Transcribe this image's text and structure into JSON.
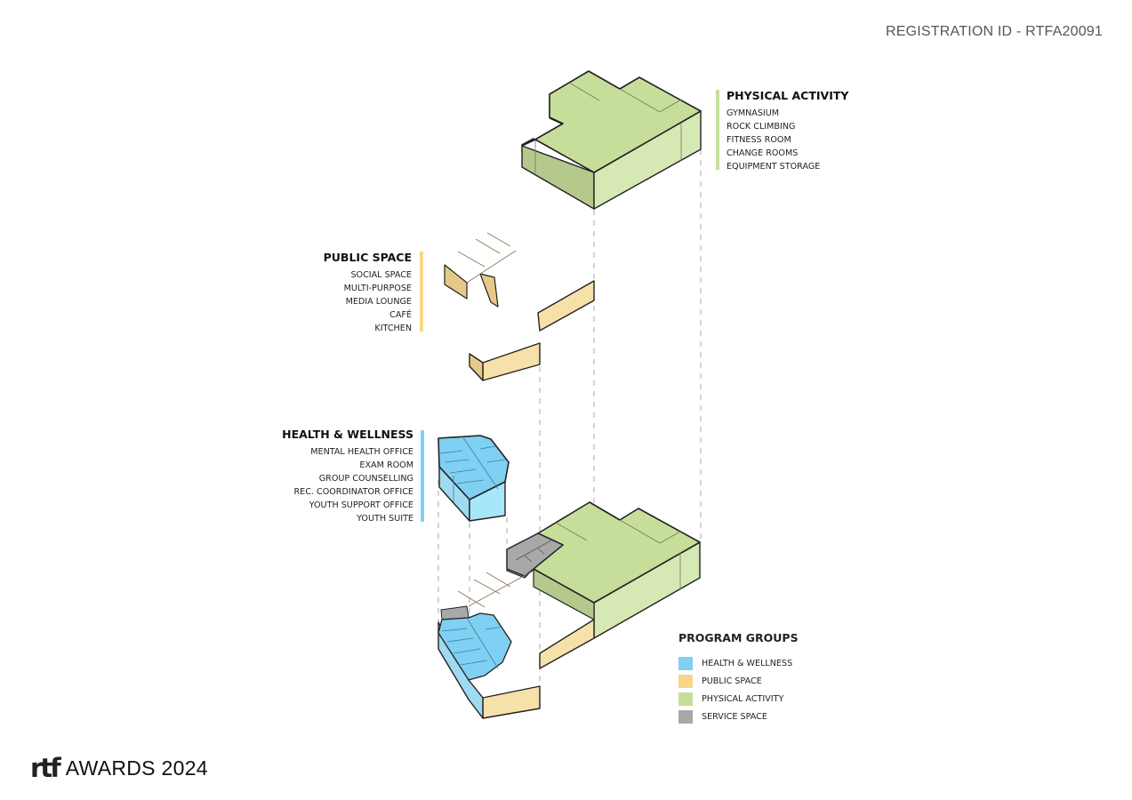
{
  "registration": "REGISTRATION ID - RTFA20091",
  "groups": {
    "physical_activity": {
      "title": "PHYSICAL ACTIVITY",
      "items": [
        "GYMNASIUM",
        "ROCK CLIMBING",
        "FITNESS ROOM",
        "CHANGE ROOMS",
        "EQUIPMENT STORAGE"
      ]
    },
    "public_space": {
      "title": "PUBLIC SPACE",
      "items": [
        "SOCIAL SPACE",
        "MULTI-PURPOSE",
        "MEDIA LOUNGE",
        "CAFÉ",
        "KITCHEN"
      ]
    },
    "health_wellness": {
      "title": "HEALTH & WELLNESS",
      "items": [
        "MENTAL HEALTH OFFICE",
        "EXAM ROOM",
        "GROUP COUNSELLING",
        "REC. COORDINATOR OFFICE",
        "YOUTH SUPPORT OFFICE",
        "YOUTH SUITE"
      ]
    }
  },
  "legend": {
    "title": "PROGRAM GROUPS",
    "items": [
      {
        "label": "HEALTH & WELLNESS",
        "color": "#7fd0f2"
      },
      {
        "label": "PUBLIC SPACE",
        "color": "#f9d68a"
      },
      {
        "label": "PHYSICAL ACTIVITY",
        "color": "#c6de9a"
      },
      {
        "label": "SERVICE SPACE",
        "color": "#a8a8a8"
      }
    ]
  },
  "logo": {
    "mark": "rtf",
    "text": "AWARDS 2024"
  }
}
